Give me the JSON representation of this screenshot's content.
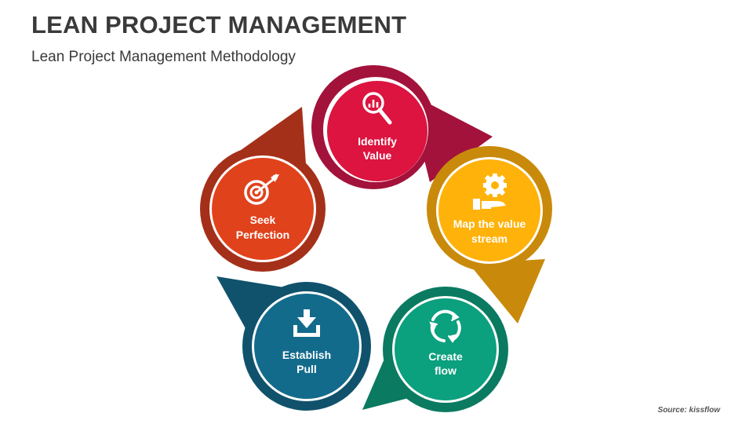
{
  "header": {
    "title": "LEAN PROJECT MANAGEMENT",
    "subtitle": "Lean Project Management Methodology"
  },
  "steps": [
    {
      "line1": "Identify",
      "line2": "Value",
      "icon": "magnifier-chart-icon",
      "color": "#dc143f",
      "tail": "#a3123a"
    },
    {
      "line1": "Map the value",
      "line2": "stream",
      "icon": "gear-hand-icon",
      "color": "#ffb20a",
      "tail": "#c98a0b"
    },
    {
      "line1": "Create",
      "line2": "flow",
      "icon": "refresh-cycle-icon",
      "color": "#0ba07e",
      "tail": "#0a7a60"
    },
    {
      "line1": "Establish",
      "line2": "Pull",
      "icon": "download-tray-icon",
      "color": "#136b8c",
      "tail": "#10526c"
    },
    {
      "line1": "Seek",
      "line2": "Perfection",
      "icon": "target-dart-icon",
      "color": "#e0421c",
      "tail": "#a5301a"
    }
  ],
  "footer": {
    "source": "Source: kissflow"
  }
}
